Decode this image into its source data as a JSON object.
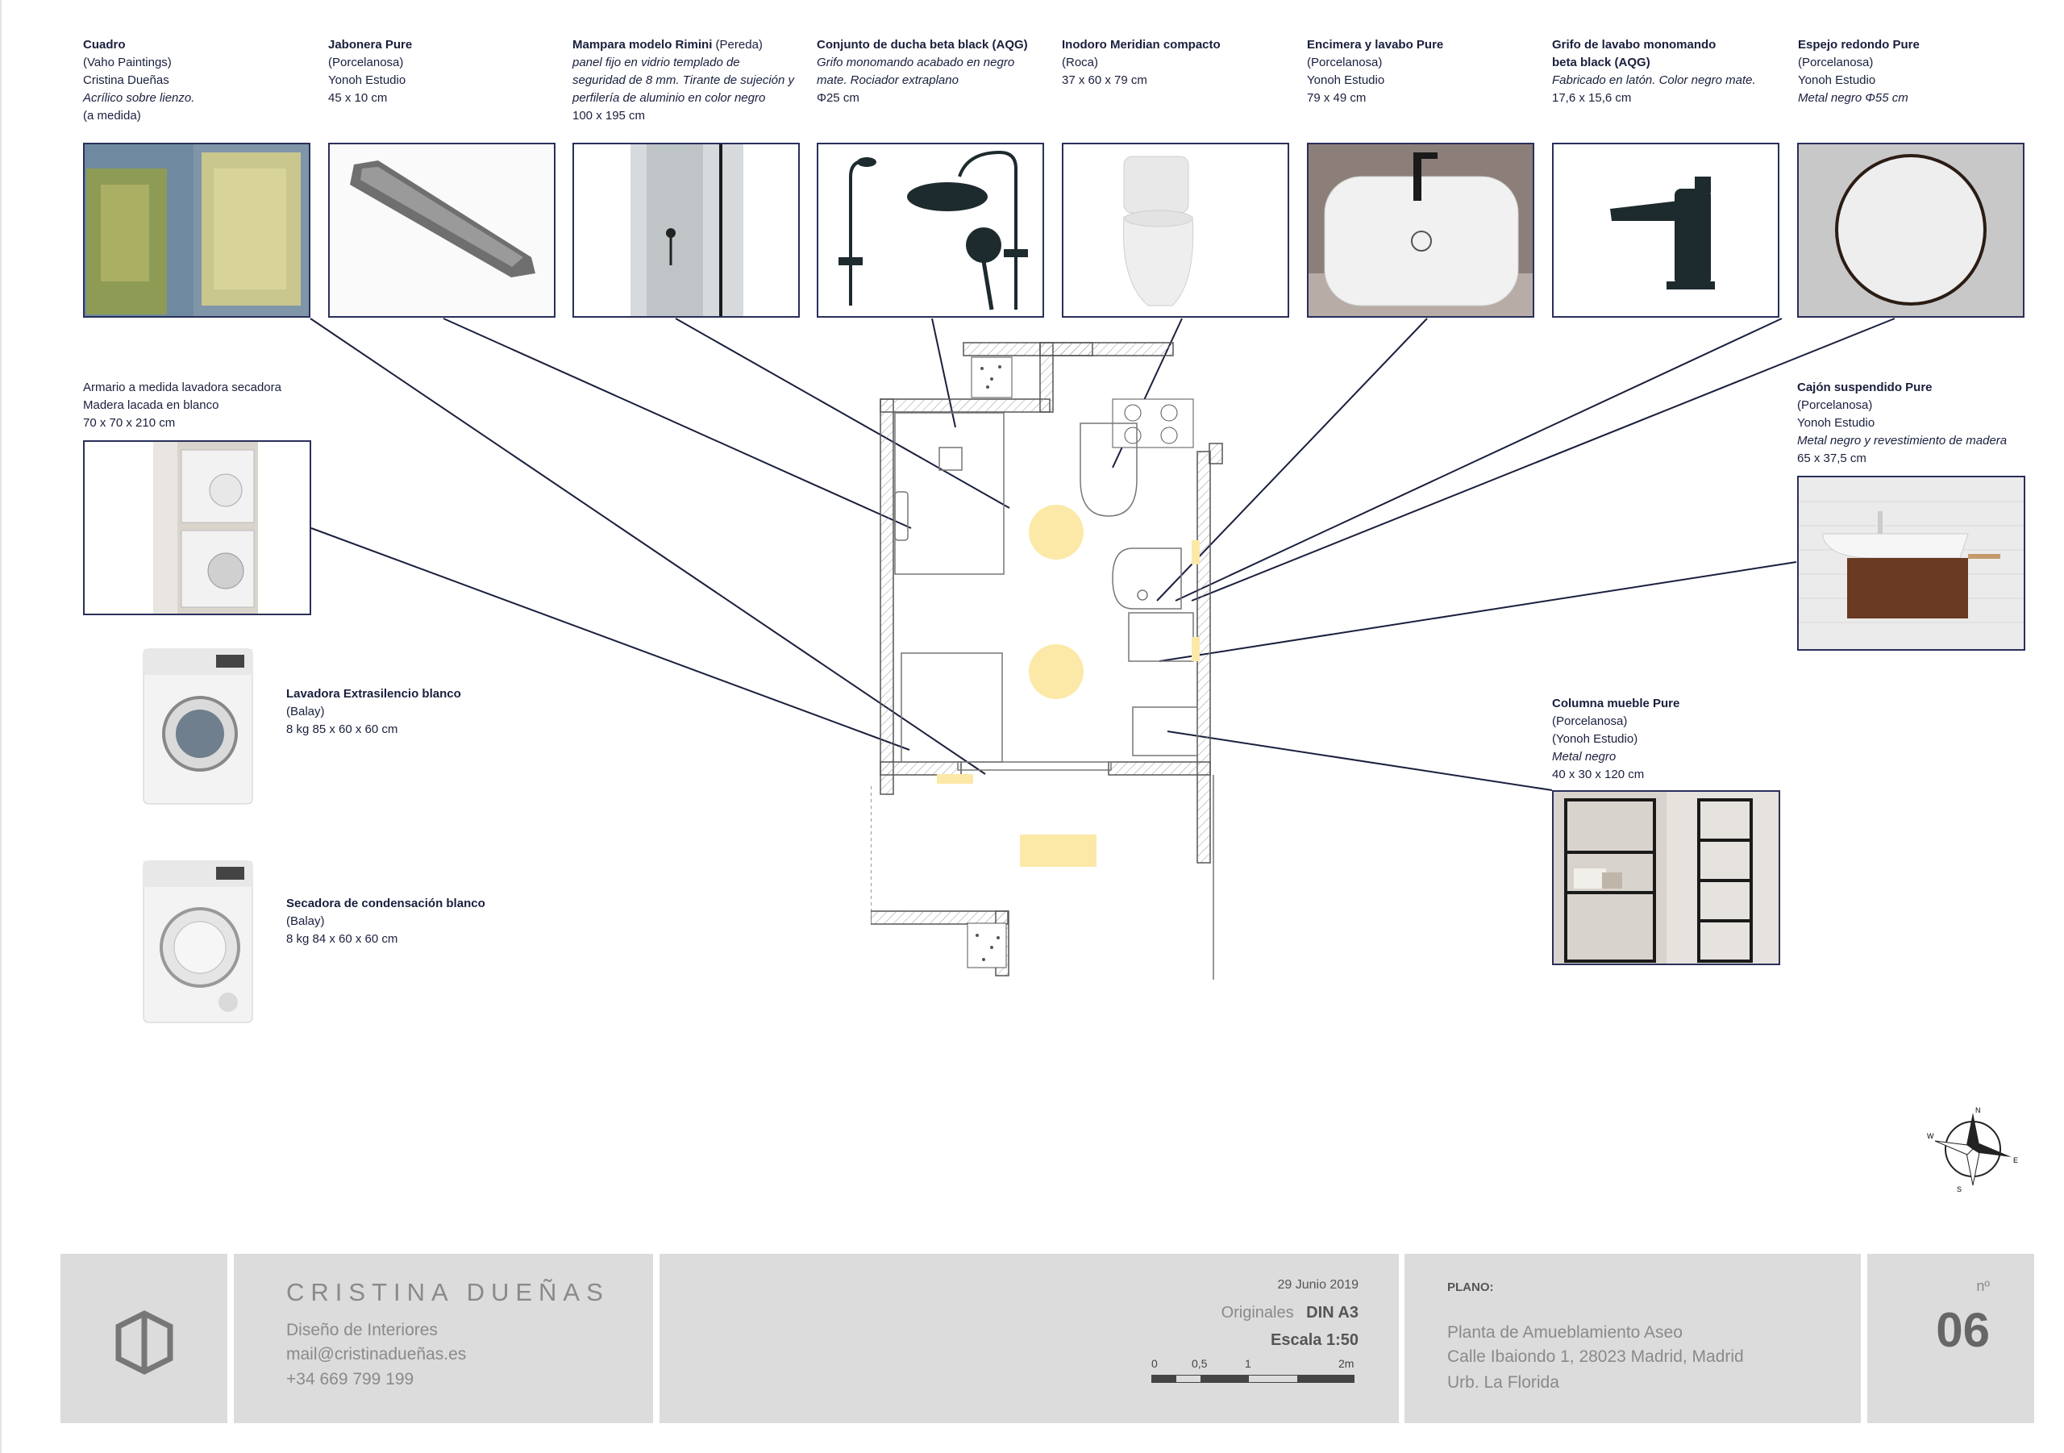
{
  "items": [
    {
      "key": "cuadro",
      "lines": [
        {
          "text": "Cuadro",
          "style": "bold"
        },
        {
          "text": "(Vaho  Paintings)"
        },
        {
          "text": "Cristina Dueñas"
        },
        {
          "text": "Acrílico sobre lienzo.",
          "style": "italic"
        },
        {
          "text": "(a medida)"
        }
      ]
    },
    {
      "key": "jabonera",
      "lines": [
        {
          "text": "Jabonera Pure",
          "style": "bold"
        },
        {
          "text": "(Porcelanosa)"
        },
        {
          "text": "Yonoh Estudio"
        },
        {
          "text": "45 x 10 cm"
        }
      ]
    },
    {
      "key": "mampara",
      "lines": [
        {
          "text": "Mampara modelo Rimini",
          "style": "bold",
          "suffix": " (Pereda)"
        },
        {
          "text": "panel fijo en vidrio templado de",
          "style": "italic"
        },
        {
          "text": "seguridad de 8 mm. Tirante de sujeción y",
          "style": "italic"
        },
        {
          "text": "perfilería de aluminio en color negro",
          "style": "italic"
        },
        {
          "text": "100 x 195 cm"
        }
      ]
    },
    {
      "key": "ducha",
      "lines": [
        {
          "text": "Conjunto de ducha beta black (AQG)",
          "style": "bold"
        },
        {
          "text": "Grifo monomando acabado en negro",
          "style": "italic"
        },
        {
          "text": "mate. Rociador extraplano",
          "style": "italic"
        },
        {
          "text": "Φ25 cm"
        }
      ]
    },
    {
      "key": "inodoro",
      "lines": [
        {
          "text": "Inodoro Meridian compacto",
          "style": "bold"
        },
        {
          "text": "(Roca)"
        },
        {
          "text": "37 x 60 x 79 cm"
        }
      ]
    },
    {
      "key": "encimera",
      "lines": [
        {
          "text": "Encimera y lavabo Pure",
          "style": "bold"
        },
        {
          "text": "(Porcelanosa)"
        },
        {
          "text": "Yonoh Estudio"
        },
        {
          "text": "79 x 49 cm"
        }
      ]
    },
    {
      "key": "grifo",
      "lines": [
        {
          "text": "Grifo de lavabo monomando",
          "style": "bold"
        },
        {
          "text": "beta black (AQG)",
          "style": "bold"
        },
        {
          "text": "Fabricado en latón. Color negro mate.",
          "style": "italic"
        },
        {
          "text": "17,6 x 15,6 cm"
        }
      ]
    },
    {
      "key": "espejo",
      "lines": [
        {
          "text": "Espejo redondo Pure",
          "style": "bold"
        },
        {
          "text": "(Porcelanosa)"
        },
        {
          "text": "Yonoh Estudio"
        },
        {
          "text": "Metal negro Φ55 cm",
          "style": "italic"
        }
      ]
    },
    {
      "key": "armario",
      "lines": [
        {
          "text": "Armario a medida lavadora secadora"
        },
        {
          "text": "Madera lacada en blanco"
        },
        {
          "text": "70 x 70 x 210 cm"
        }
      ]
    },
    {
      "key": "cajon",
      "lines": [
        {
          "text": "Cajón suspendido Pure",
          "style": "bold"
        },
        {
          "text": "(Porcelanosa)"
        },
        {
          "text": "Yonoh Estudio"
        },
        {
          "text": " Metal negro y revestimiento de madera",
          "style": "italic"
        },
        {
          "text": "65 x 37,5 cm"
        }
      ]
    },
    {
      "key": "lavadora",
      "lines": [
        {
          "text": "Lavadora Extrasilencio blanco",
          "style": "bold"
        },
        {
          "text": "(Balay)"
        },
        {
          "text": "8 kg 85 x 60 x 60 cm"
        }
      ]
    },
    {
      "key": "secadora",
      "lines": [
        {
          "text": "Secadora de condensación blanco",
          "style": "bold"
        },
        {
          "text": "(Balay)"
        },
        {
          "text": "8 kg 84 x 60 x 60 cm"
        }
      ]
    },
    {
      "key": "columna",
      "lines": [
        {
          "text": "Columna mueble Pure",
          "style": "bold"
        },
        {
          "text": "(Porcelanosa)"
        },
        {
          "text": "(Yonoh Estudio)"
        },
        {
          "text": "Metal negro",
          "style": "italic"
        },
        {
          "text": "40 x 30 x 120 cm"
        }
      ]
    }
  ],
  "titleblock": {
    "designer_name": "CRISTINA DUEÑAS",
    "tagline": "Diseño de Interiores",
    "email": "mail@cristinadueñas.es",
    "phone": "+34 669 799 199",
    "date": "29 Junio 2019",
    "originals_label": "Originales",
    "originals_value": "DIN A3",
    "scale": "Escala 1:50",
    "scale_ticks": [
      "0",
      "0,5",
      "1",
      "2m"
    ],
    "plan_label": "PLANO:",
    "plan_title": "Planta de Amueblamiento Aseo",
    "address": "Calle Ibaiondo 1, 28023 Madrid, Madrid",
    "area": "Urb. La Florida",
    "number_label": "nº",
    "number": "06"
  },
  "compass": {
    "n": "N",
    "s": "S",
    "e": "E",
    "w": "W"
  },
  "colors": {
    "ink": "#1a1f3d",
    "frame": "#2a2f5a",
    "titleblock_bg": "#dcdcdc",
    "titleblock_text": "#8a8a8a",
    "light_fixture": "#fce9a8"
  }
}
